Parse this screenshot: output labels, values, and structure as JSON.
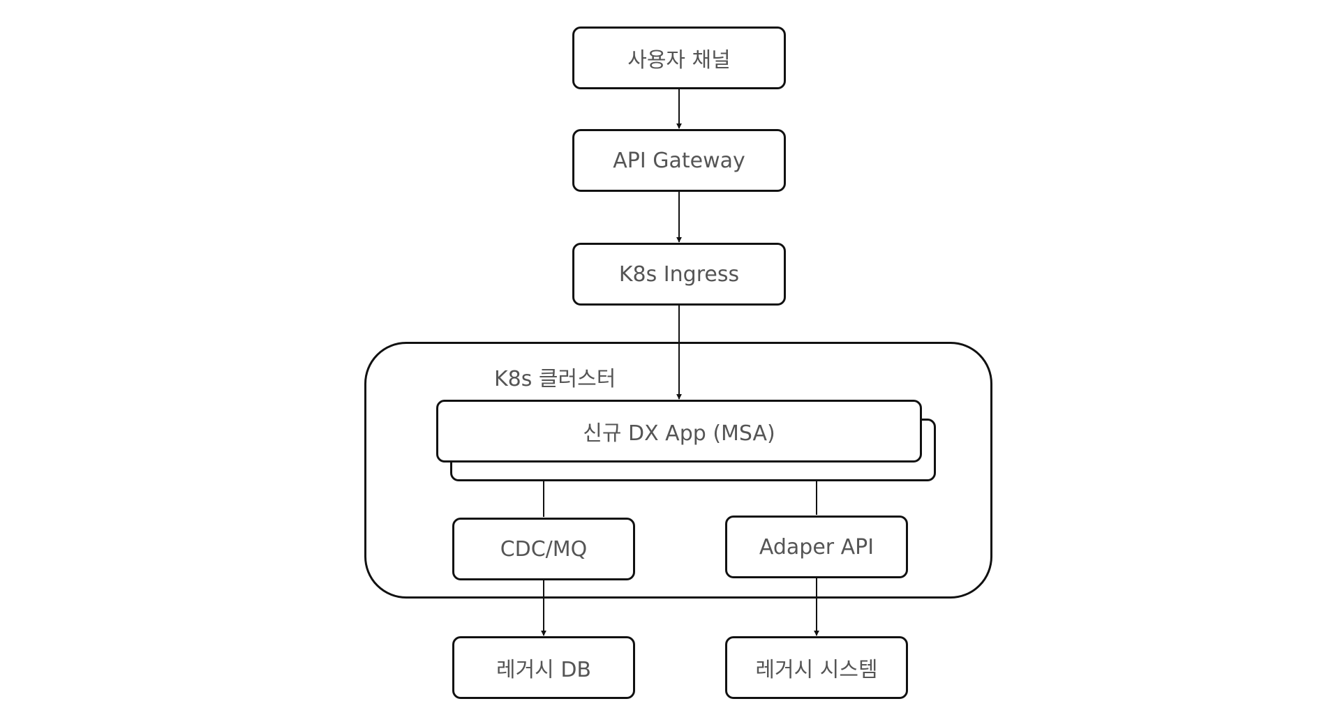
{
  "diagram": {
    "nodes": {
      "user_channel": "사용자 채널",
      "api_gateway": "API Gateway",
      "k8s_ingress": "K8s Ingress",
      "dx_app": "신규 DX App (MSA)",
      "cdc_mq": "CDC/MQ",
      "adapter_api": "Adaper API",
      "legacy_db": "레거시 DB",
      "legacy_system": "레거시 시스템"
    },
    "cluster_label": "K8s 클러스터",
    "edges": [
      {
        "from": "user_channel",
        "to": "api_gateway"
      },
      {
        "from": "api_gateway",
        "to": "k8s_ingress"
      },
      {
        "from": "k8s_ingress",
        "to": "dx_app"
      },
      {
        "from": "cdc_mq",
        "to": "dx_app"
      },
      {
        "from": "adapter_api",
        "to": "dx_app"
      },
      {
        "from": "cdc_mq",
        "to": "legacy_db"
      },
      {
        "from": "adapter_api",
        "to": "legacy_system"
      }
    ],
    "colors": {
      "stroke": "#111111",
      "text": "#555555",
      "background": "#ffffff"
    }
  }
}
